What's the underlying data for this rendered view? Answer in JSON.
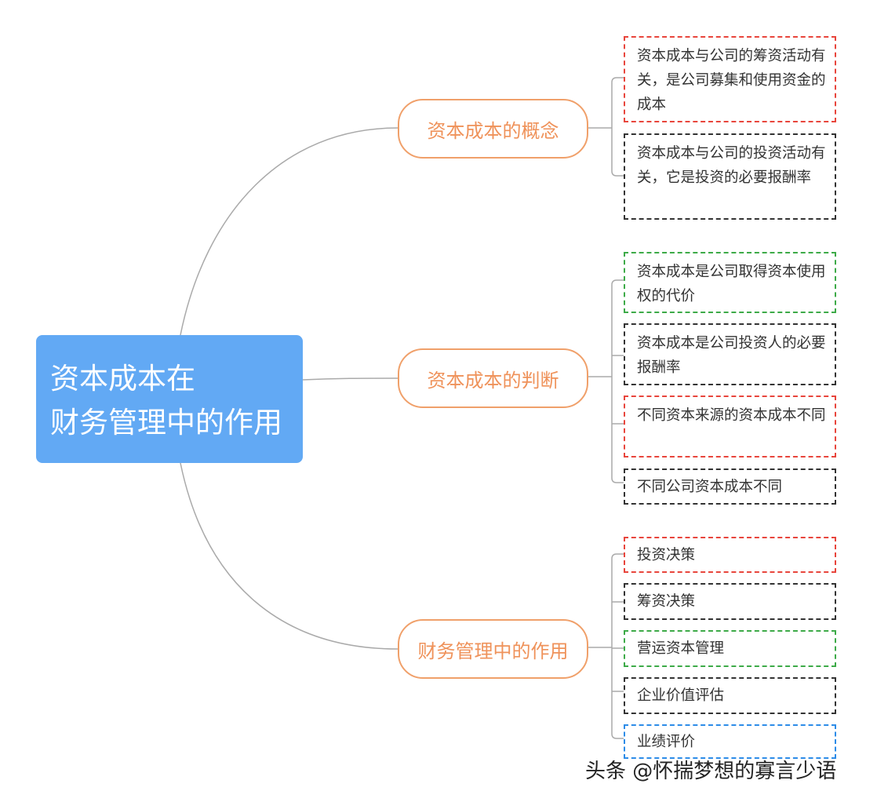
{
  "root": {
    "line1": "资本成本在",
    "line2": "财务管理中的作用",
    "color": "#62a9f4"
  },
  "branches": [
    {
      "label": "资本成本的概念",
      "leaves": [
        {
          "text": "资本成本与公司的筹资活动有关，是公司募集和使用资金的成本",
          "border": "red"
        },
        {
          "text": "资本成本与公司的投资活动有关，它是投资的必要报酬率",
          "border": "black"
        }
      ]
    },
    {
      "label": "资本成本的判断",
      "leaves": [
        {
          "text": "资本成本是公司取得资本使用权的代价",
          "border": "green"
        },
        {
          "text": "资本成本是公司投资人的必要报酬率",
          "border": "black"
        },
        {
          "text": "不同资本来源的资本成本不同",
          "border": "red"
        },
        {
          "text": "不同公司资本成本不同",
          "border": "black"
        }
      ]
    },
    {
      "label": "财务管理中的作用",
      "leaves": [
        {
          "text": "投资决策",
          "border": "red"
        },
        {
          "text": "筹资决策",
          "border": "black"
        },
        {
          "text": "营运资本管理",
          "border": "green"
        },
        {
          "text": "企业价值评估",
          "border": "black"
        },
        {
          "text": "业绩评价",
          "border": "blue"
        }
      ]
    }
  ],
  "watermark": "头条 @怀揣梦想的寡言少语",
  "colors": {
    "branch_border": "#f0a06a",
    "branch_text": "#ef925a",
    "connector": "#aaaaaa",
    "red": "#e8453c",
    "black": "#333333",
    "green": "#3daa48",
    "blue": "#2d8ce8"
  }
}
